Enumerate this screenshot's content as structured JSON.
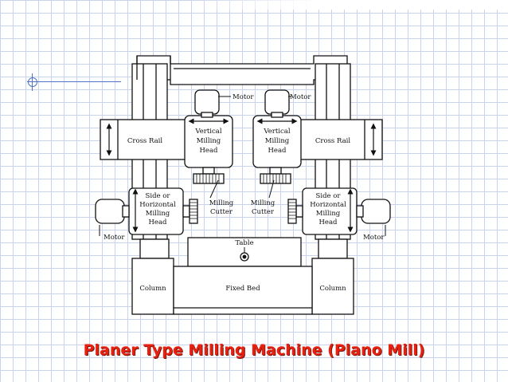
{
  "diagram": {
    "labels": {
      "motor_top_left": "Motor",
      "motor_top_right": "Motor",
      "vertical_head_left": [
        "Vertical",
        "Milling",
        "Head"
      ],
      "vertical_head_right": [
        "Vertical",
        "Milling",
        "Head"
      ],
      "cross_rail_left": "Cross Rail",
      "cross_rail_right": "Cross Rail",
      "side_head_left": [
        "Side or",
        "Horizontal",
        "Milling",
        "Head"
      ],
      "side_head_right": [
        "Side or",
        "Horizontal",
        "Milling",
        "Head"
      ],
      "milling_cutter_left": [
        "Milling",
        "Cutter"
      ],
      "milling_cutter_right": [
        "Milling",
        "Cutter"
      ],
      "motor_side_left": "Motor",
      "motor_side_right": "Motor",
      "table": "Table",
      "column_left": "Column",
      "column_right": "Column",
      "fixed_bed": "Fixed Bed"
    }
  },
  "caption": "Planer Type Milling Machine (Plano Mill)",
  "colors": {
    "caption": "#e8200f",
    "grid": "#c9d3ea",
    "accent": "#4f73c2"
  }
}
